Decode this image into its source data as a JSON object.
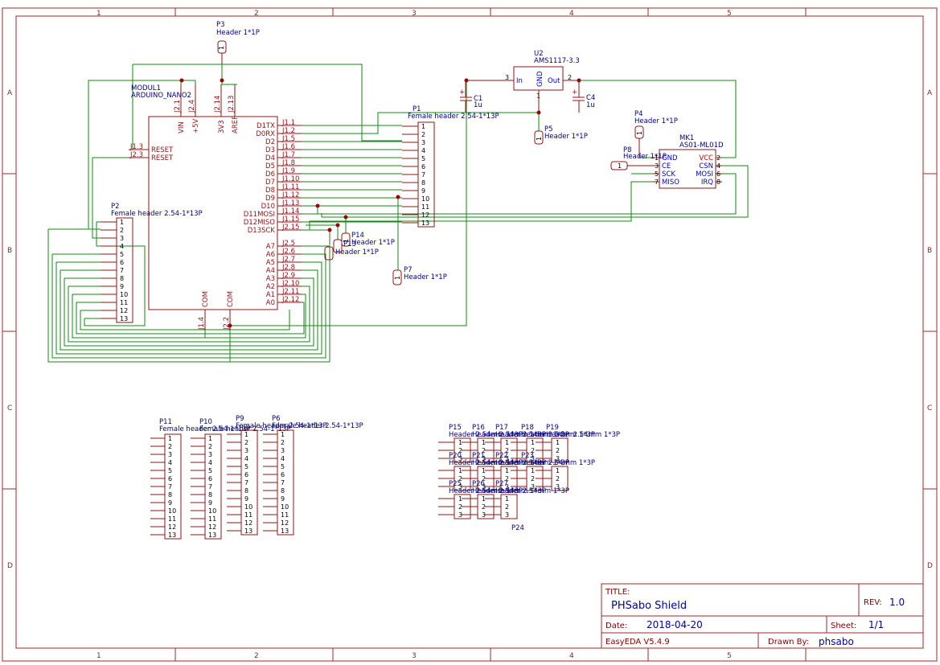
{
  "frame": {
    "columns": [
      "1",
      "2",
      "3",
      "4",
      "5"
    ],
    "rows": [
      "A",
      "B",
      "C",
      "D"
    ]
  },
  "components": {
    "p3": {
      "ref": "P3",
      "value": "Header 1*1P",
      "pin": "1"
    },
    "u2": {
      "ref": "U2",
      "value": "AMS1117-3.3",
      "pin_in": "In",
      "pin_gnd": "GND",
      "pin_out": "Out",
      "n_in": "3",
      "n_gnd": "1",
      "n_out": "2"
    },
    "c1": {
      "ref": "C1",
      "value": "1u",
      "plus": "+"
    },
    "c4": {
      "ref": "C4",
      "value": "1u",
      "plus": "+"
    },
    "p5": {
      "ref": "P5",
      "value": "Header 1*1P",
      "pin": "1"
    },
    "p4": {
      "ref": "P4",
      "value": "Header 1*1P",
      "pin": "1"
    },
    "p8": {
      "ref": "P8",
      "value": "Header 1*1P",
      "pin": "1"
    },
    "p7": {
      "ref": "P7",
      "value": "Header 1*1P",
      "pin": "1"
    },
    "p14": {
      "ref": "P14",
      "value": "Header 1*1P",
      "pin": "1"
    },
    "p13": {
      "ref": "P13",
      "value": "Header 1*1P",
      "pin": "1"
    },
    "mk1": {
      "ref": "MK1",
      "value": "AS01-ML01D",
      "left": [
        "GND",
        "CE",
        "SCK",
        "MISO"
      ],
      "left_nums": [
        "1",
        "3",
        "5",
        "7"
      ],
      "right": [
        "VCC",
        "CSN",
        "MOSI",
        "IRQ"
      ],
      "right_nums": [
        "2",
        "4",
        "6",
        "8"
      ]
    },
    "modul1": {
      "ref": "MODUL1",
      "value": "ARDUINO_NANO2",
      "top_pins": [
        "VIN",
        "+5V",
        "3V3",
        "AREF"
      ],
      "top_nums": [
        "J2.1",
        "J2.4",
        "J2.14",
        "J2.13"
      ],
      "left_pins": [
        "RESET",
        "RESET"
      ],
      "left_nums": [
        "J1.3",
        "J2.3"
      ],
      "right_pins": [
        "D1TX",
        "D0RX",
        "D2",
        "D3",
        "D4",
        "D5",
        "D6",
        "D7",
        "D8",
        "D9",
        "D10",
        "D11MOSI",
        "D12MISO",
        "D13SCK"
      ],
      "right_nums": [
        "J1.1",
        "J1.2",
        "J1.5",
        "J1.6",
        "J1.7",
        "J1.8",
        "J1.9",
        "J1.10",
        "J1.11",
        "J1.12",
        "J1.13",
        "J1.14",
        "J1.15",
        "J2.15"
      ],
      "analog_pins": [
        "A7",
        "A6",
        "A5",
        "A4",
        "A3",
        "A2",
        "A1",
        "A0"
      ],
      "analog_nums": [
        "J2.5",
        "J2.6",
        "J2.7",
        "J2.8",
        "J2.9",
        "J2.10",
        "J2.11",
        "J2.12"
      ],
      "bottom_pins": [
        "COM",
        "COM"
      ],
      "bottom_nums": [
        "J1.4",
        "J2.2"
      ]
    },
    "p1": {
      "ref": "P1",
      "value": "Female header 2.54-1*13P"
    },
    "p2": {
      "ref": "P2",
      "value": "Female header 2.54-1*13P"
    },
    "pin13": [
      "1",
      "2",
      "3",
      "4",
      "5",
      "6",
      "7",
      "8",
      "9",
      "10",
      "11",
      "12",
      "13"
    ],
    "pin3": [
      "1",
      "2",
      "3"
    ],
    "headers13": [
      {
        "ref": "P11",
        "value": "Female header 2.54-1*13P"
      },
      {
        "ref": "P10",
        "value": "Female header 2.54-1*13P"
      },
      {
        "ref": "P9",
        "value": "Female header 2.54-1*13P"
      },
      {
        "ref": "P6",
        "value": "Female header 2.54-1*13P"
      }
    ],
    "headers3": [
      {
        "ref": "P15",
        "value": "Header 2.54mm 1*3P"
      },
      {
        "ref": "P16",
        "value": "Header 2.54mm 1*3P"
      },
      {
        "ref": "P17",
        "value": "Header 2.54mm 1*3P"
      },
      {
        "ref": "P18",
        "value": "Header 2.54mm 1*3P"
      },
      {
        "ref": "P19",
        "value": "Header 2.54mm 1*3P"
      },
      {
        "ref": "P20",
        "value": "Header 2.54mm 1*3P"
      },
      {
        "ref": "P21",
        "value": "Header 2.54mm 1*3P"
      },
      {
        "ref": "P22",
        "value": "Header 2.54mm 1*3P"
      },
      {
        "ref": "P23",
        "value": "Header 2.54mm 1*3P"
      },
      {
        "ref": "P24",
        "value": "Header 2.54mm 1*3P"
      },
      {
        "ref": "P25",
        "value": "Header 2.54mm 1*3P"
      },
      {
        "ref": "P26",
        "value": "Header 2.54mm 1*3P"
      },
      {
        "ref": "P27",
        "value": "Header 2.54mm 1*3P"
      }
    ]
  },
  "title_block": {
    "title_label": "TITLE:",
    "title": "PHSabo Shield",
    "rev_label": "REV:",
    "rev": "1.0",
    "date_label": "Date:",
    "date": "2018-04-20",
    "sheet_label": "Sheet:",
    "sheet": "1/1",
    "tool": "EasyEDA V5.4.9",
    "drawn_label": "Drawn By:",
    "drawn_by": "phsabo"
  },
  "colors": {
    "frame": "#a02828",
    "wire": "#118811",
    "pin_text": "#8c1414",
    "title_text": "#0000aa"
  }
}
